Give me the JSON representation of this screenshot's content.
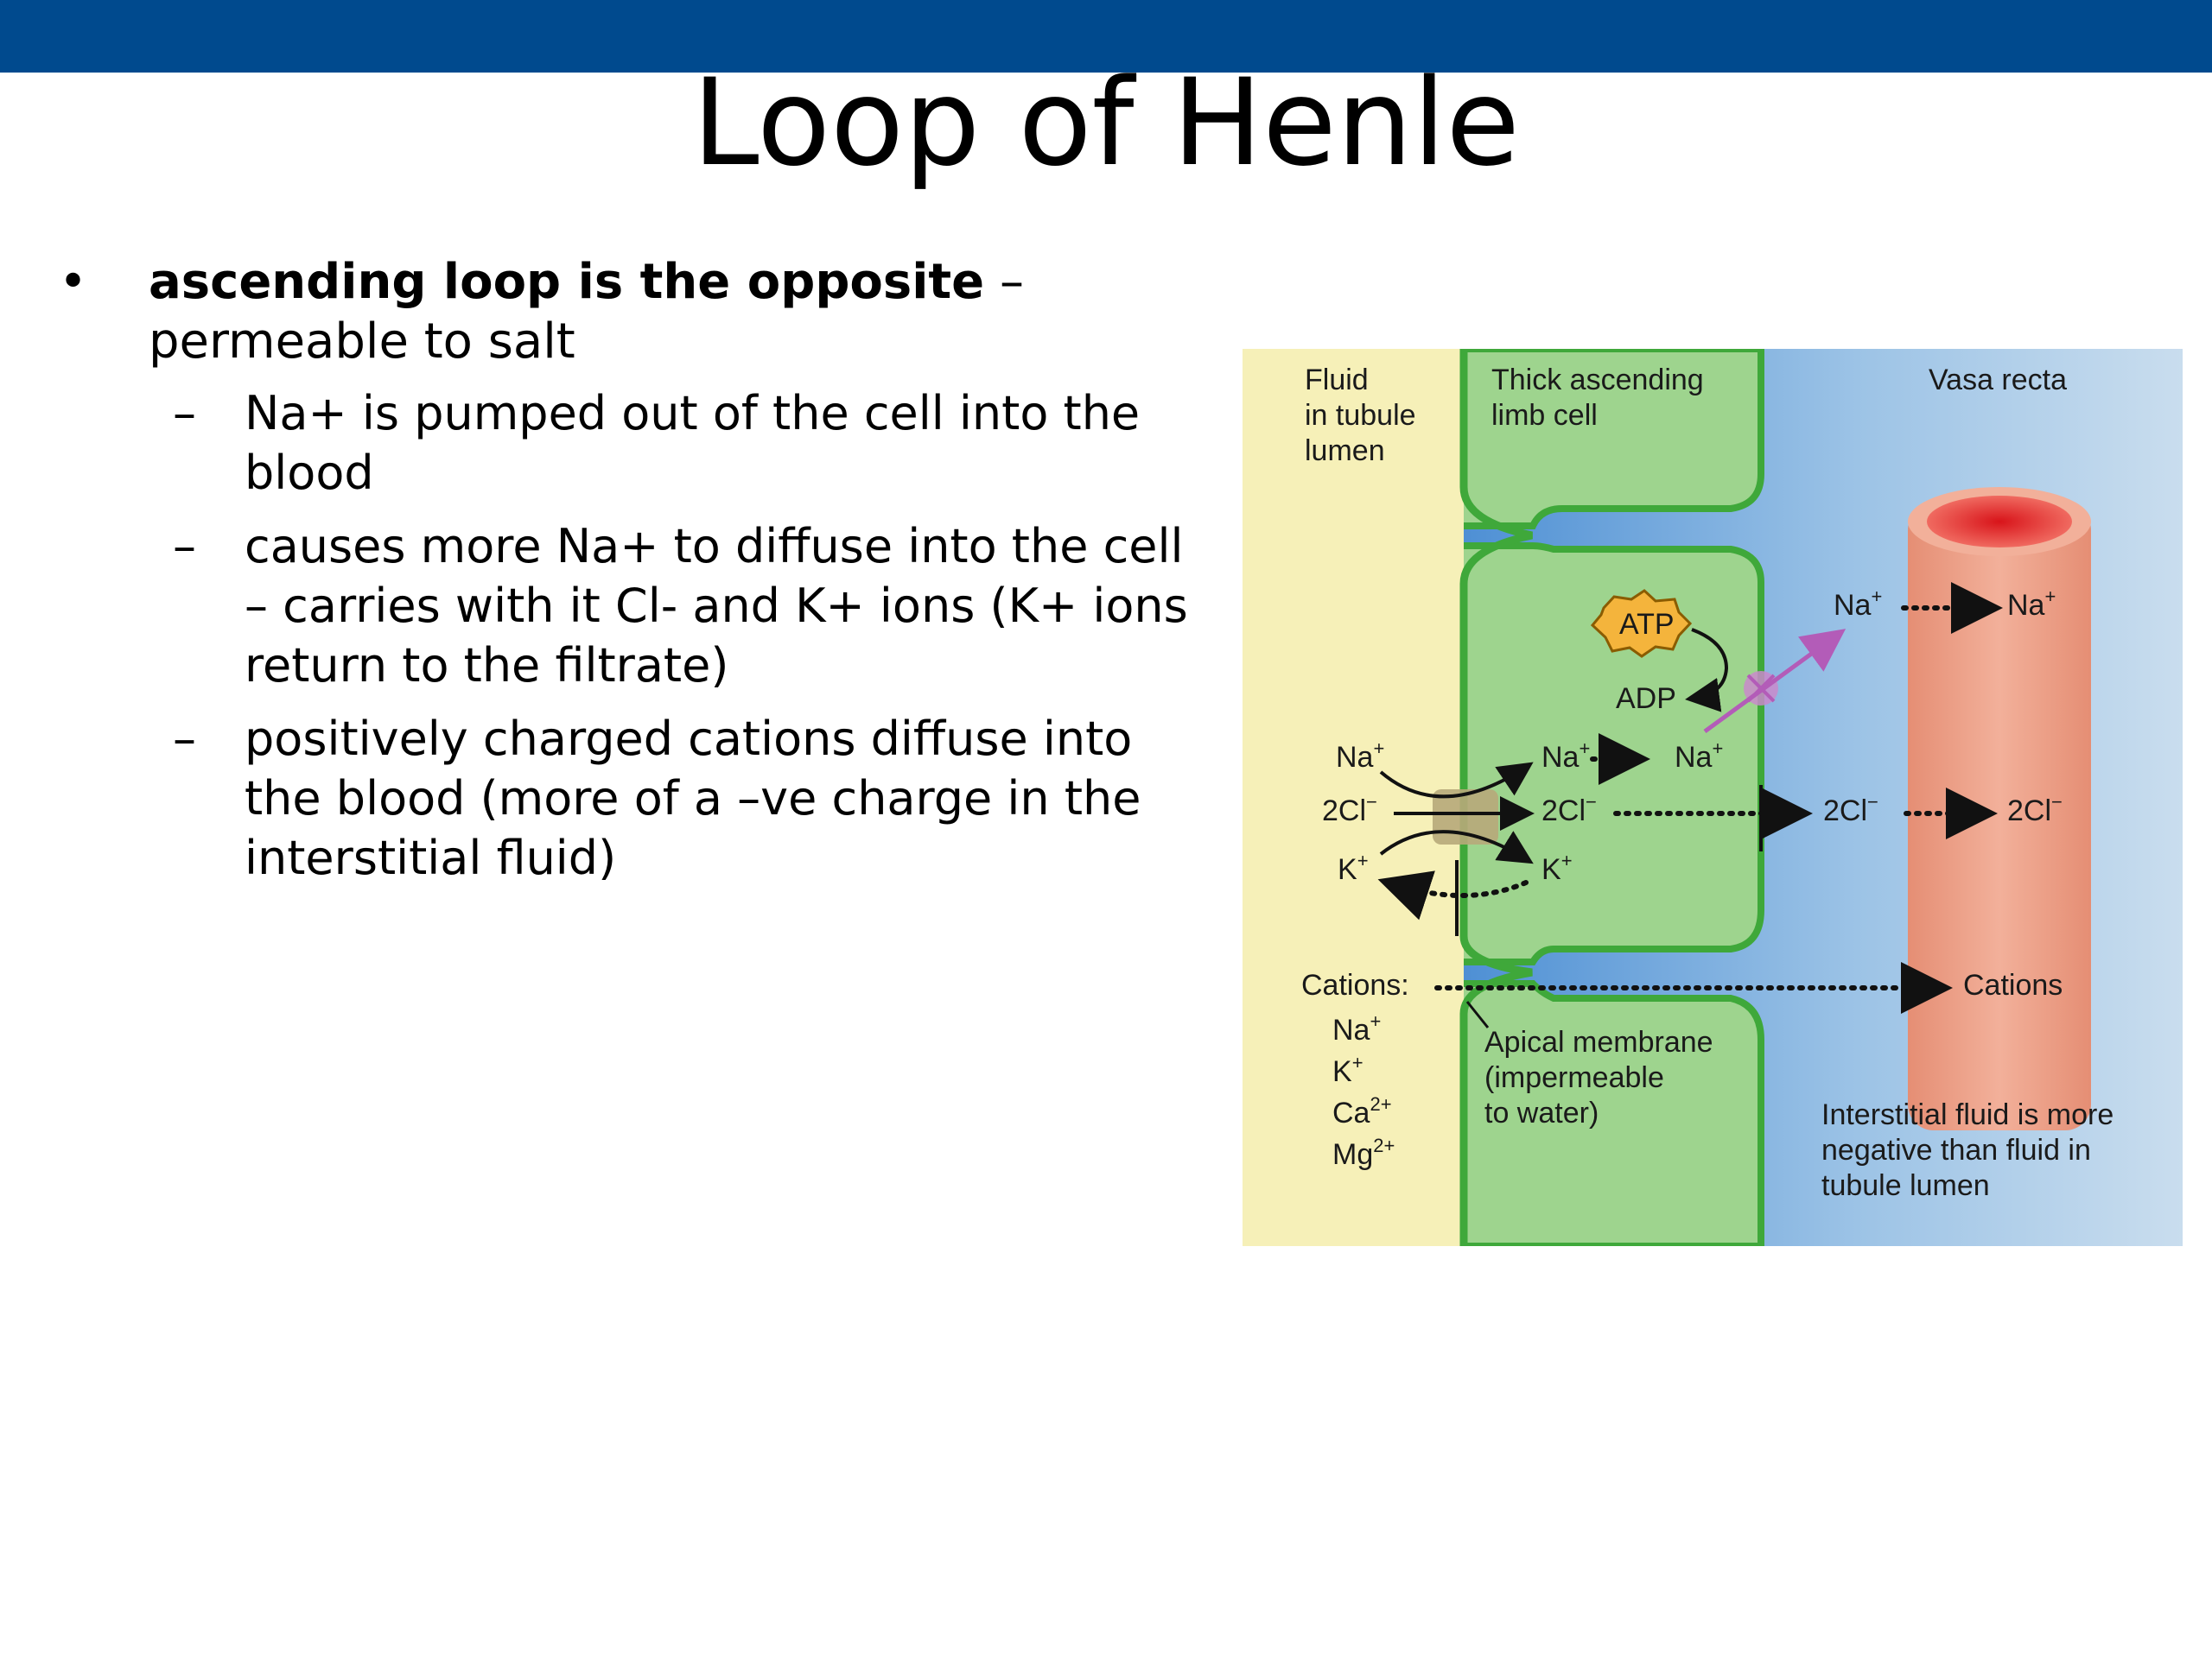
{
  "slide": {
    "title": "Loop of Henle",
    "bar_color": "#004A8E"
  },
  "bullets": {
    "main_bold": "ascending loop is the opposite",
    "main_rest": " –",
    "main_line2": "permeable to salt",
    "sub": [
      "Na+ is pumped out of the cell into the blood",
      "causes more Na+ to diffuse into the cell – carries with it Cl- and K+ ions (K+ ions return to the filtrate)",
      "positively charged cations diffuse into the blood (more of a –ve charge in the interstitial fluid)"
    ]
  },
  "figure": {
    "region_lumen": [
      "Fluid",
      "in tubule",
      "lumen"
    ],
    "region_cell": [
      "Thick ascending",
      "limb cell"
    ],
    "region_vasa": "Vasa recta",
    "atp": "ATP",
    "adp": "ADP",
    "na": "Na",
    "plus": "+",
    "two_cl": "2Cl",
    "minus": "−",
    "k": "K",
    "cations": "Cations:",
    "cations_right": "Cations",
    "cation_list": {
      "na": "Na",
      "na_sup": "+",
      "k": "K",
      "k_sup": "+",
      "ca": "Ca",
      "ca_sup": "2+",
      "mg": "Mg",
      "mg_sup": "2+"
    },
    "apical": [
      "Apical membrane",
      "(impermeable",
      "to water)"
    ],
    "interstitial": [
      "Interstitial fluid is more",
      "negative than fluid in",
      "tubule lumen"
    ],
    "colors": {
      "lumen": "#F6F0B8",
      "cell": "#9ED48E",
      "cell_edge": "#3FA83A",
      "interstitial": "#6FA7DC",
      "vessel": "#EE9D82",
      "pump": "#B35CB8"
    }
  }
}
